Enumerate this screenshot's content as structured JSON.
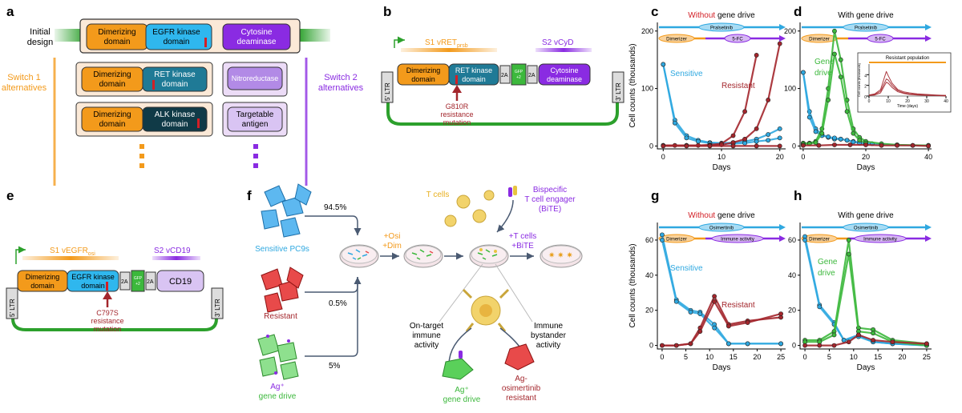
{
  "panel_labels": {
    "a": "a",
    "b": "b",
    "c": "c",
    "d": "d",
    "e": "e",
    "f": "f",
    "g": "g",
    "h": "h"
  },
  "panel_a": {
    "initial_design": [
      "Initial",
      "design"
    ],
    "dim": [
      "Dimerizing",
      "domain"
    ],
    "egfr": [
      "EGFR kinase",
      "domain"
    ],
    "cyd": [
      "Cytosine",
      "deaminase"
    ],
    "ret": [
      "RET kinase",
      "domain"
    ],
    "nitro": "Nitroreductase",
    "alk": [
      "ALK kinase",
      "domain"
    ],
    "target": [
      "Targetable",
      "antigen"
    ],
    "switch1": [
      "Switch 1",
      "alternatives"
    ],
    "switch2": [
      "Switch 2",
      "alternatives"
    ]
  },
  "panel_b": {
    "s1": "S1 vRET",
    "s1_sub": "prsb",
    "s2": "S2 vCyD",
    "dim": [
      "Dimerizing",
      "domain"
    ],
    "ret": [
      "RET kinase",
      "domain"
    ],
    "p2a": "2A",
    "gfp": [
      "GFP",
      "+2"
    ],
    "cyd": [
      "Cytosine",
      "deaminase"
    ],
    "ltr5": "5' LTR",
    "ltr3": "3' LTR",
    "mutation": [
      "G810R",
      "resistance",
      "mutation"
    ]
  },
  "panel_e": {
    "s1": "S1 vEGFR",
    "s1_sub": "osi",
    "s2": "S2 vCD19",
    "dim": [
      "Dimerizing",
      "domain"
    ],
    "egfr": [
      "EGFR kinase",
      "domain"
    ],
    "p2a": "2A",
    "gfp": [
      "GFP",
      "+2"
    ],
    "cd19": "CD19",
    "ltr5": "5' LTR",
    "ltr3": "3' LTR",
    "mutation": [
      "C797S",
      "resistance",
      "mutation"
    ]
  },
  "panel_f": {
    "sensitive": "Sensitive PC9s",
    "resistant": "Resistant",
    "gene_drive": [
      "Ag⁺",
      "gene drive"
    ],
    "pct1": "94.5%",
    "pct2": "0.5%",
    "pct3": "5%",
    "step1": [
      "+Osi",
      "+Dim"
    ],
    "tcells": "T cells",
    "bite": [
      "Bispecific",
      "T cell engager",
      "(BiTE)"
    ],
    "step2": [
      "+T cells",
      "+BiTE"
    ],
    "on_target": [
      "On-target",
      "immune",
      "activity"
    ],
    "bystander": [
      "Immune",
      "bystander",
      "activity"
    ],
    "ag_drive": [
      "Ag⁺",
      "gene drive"
    ],
    "ag_res": [
      "Ag-",
      "osimertinib",
      "resistant"
    ]
  },
  "colors": {
    "sensitive": "#2fa8e0",
    "resistant": "#a3262c",
    "gene_drive": "#3cb83c",
    "orange": "#f39a1b",
    "purple": "#8a2be2",
    "teal": "#1f7a96",
    "green_loop": "#2ca02c"
  },
  "chart_data": [
    {
      "id": "c",
      "type": "line",
      "title": "Without gene drive",
      "title_parts": [
        "Without",
        " gene drive"
      ],
      "xlabel": "Days",
      "ylabel": "Cell counts (thousands)",
      "xlim": [
        -1,
        21
      ],
      "ylim": [
        -5,
        215
      ],
      "xticks": [
        0,
        10,
        20
      ],
      "yticks": [
        0,
        100,
        200
      ],
      "bars": [
        {
          "label": "Pralsetinib",
          "color": "#2fa8e0"
        },
        {
          "label": "Dimerizer",
          "color": "#f39a1b",
          "label2": "5-FC",
          "color2": "#8a2be2"
        }
      ],
      "annotations": [
        {
          "text": "Sensitive",
          "color": "#2fa8e0"
        },
        {
          "text": "Resistant",
          "color": "#a3262c"
        }
      ],
      "series": [
        {
          "name": "Sensitive",
          "color": "#2fa8e0",
          "x": [
            0,
            2,
            4,
            6,
            8,
            10,
            12,
            14,
            16,
            18,
            20
          ],
          "y": [
            142,
            45,
            18,
            10,
            6,
            5,
            6,
            8,
            12,
            20,
            30
          ]
        },
        {
          "name": "Sensitive",
          "color": "#2fa8e0",
          "x": [
            0,
            2,
            4,
            6,
            8,
            10,
            12,
            14,
            16,
            18,
            20
          ],
          "y": [
            142,
            40,
            14,
            8,
            5,
            4,
            4,
            5,
            8,
            10,
            14
          ]
        },
        {
          "name": "Resistant",
          "color": "#a3262c",
          "x": [
            0,
            2,
            4,
            6,
            8,
            10,
            12,
            14,
            16
          ],
          "y": [
            1,
            1,
            1,
            1,
            2,
            4,
            18,
            60,
            158
          ]
        },
        {
          "name": "Resistant",
          "color": "#a3262c",
          "x": [
            0,
            4,
            8,
            10,
            12,
            14,
            16,
            18,
            20
          ],
          "y": [
            1,
            1,
            1,
            2,
            6,
            12,
            30,
            80,
            178
          ]
        },
        {
          "name": "Resistant",
          "color": "#a3262c",
          "x": [
            0,
            4,
            8,
            12,
            16,
            20
          ],
          "y": [
            0,
            0,
            0,
            0,
            0,
            0
          ]
        }
      ]
    },
    {
      "id": "d",
      "type": "line",
      "title": "With gene drive",
      "xlabel": "Days",
      "ylabel": "",
      "xlim": [
        -1,
        41
      ],
      "ylim": [
        -5,
        215
      ],
      "xticks": [
        0,
        20,
        40
      ],
      "yticks": [
        0,
        100,
        200
      ],
      "bars": [
        {
          "label": "Pralsetinib",
          "color": "#2fa8e0"
        },
        {
          "label": "Dimerizer",
          "color": "#f39a1b",
          "label2": "5-FC",
          "color2": "#8a2be2"
        }
      ],
      "annotations": [
        {
          "text": "Gene",
          "color": "#3cb83c"
        },
        {
          "text": "drive",
          "color": "#3cb83c"
        }
      ],
      "series": [
        {
          "name": "Sensitive",
          "color": "#2fa8e0",
          "x": [
            0,
            2,
            4,
            6,
            8,
            10,
            12,
            14,
            16,
            18,
            20,
            22,
            25,
            30,
            35,
            40
          ],
          "y": [
            128,
            60,
            30,
            20,
            15,
            12,
            12,
            10,
            8,
            6,
            5,
            4,
            3,
            2,
            1,
            1
          ]
        },
        {
          "name": "Sensitive",
          "color": "#2fa8e0",
          "x": [
            0,
            2,
            4,
            6,
            8,
            10,
            12,
            14,
            16,
            18,
            20
          ],
          "y": [
            128,
            50,
            25,
            18,
            16,
            14,
            12,
            10,
            7,
            5,
            3
          ]
        },
        {
          "name": "Gene drive",
          "color": "#3cb83c",
          "x": [
            0,
            2,
            4,
            6,
            8,
            10,
            12,
            14,
            16,
            18,
            20,
            25,
            30,
            40
          ],
          "y": [
            5,
            5,
            8,
            30,
            100,
            200,
            150,
            80,
            30,
            15,
            8,
            4,
            2,
            1
          ]
        },
        {
          "name": "Gene drive",
          "color": "#3cb83c",
          "x": [
            0,
            2,
            4,
            6,
            8,
            10,
            12,
            14,
            16,
            18,
            20
          ],
          "y": [
            3,
            4,
            6,
            22,
            80,
            160,
            120,
            60,
            22,
            10,
            5
          ]
        },
        {
          "name": "Resistant",
          "color": "#a3262c",
          "x": [
            0,
            5,
            10,
            15,
            20,
            25,
            30,
            35,
            40
          ],
          "y": [
            1,
            1,
            2,
            2,
            2,
            1,
            1,
            1,
            0
          ]
        }
      ]
    },
    {
      "id": "d-inset",
      "type": "line",
      "title": "Resistant population",
      "xlabel": "Time (days)",
      "ylabel": "Cell counts (thousands)",
      "xlim": [
        0,
        40
      ],
      "ylim": [
        0,
        6
      ],
      "xticks": [
        0,
        10,
        20,
        30,
        40
      ],
      "yticks": [
        0,
        2,
        4
      ],
      "series": [
        {
          "name": "Resistant",
          "color": "#a3262c",
          "x": [
            0,
            3,
            6,
            9,
            10,
            12,
            15,
            18,
            21,
            25,
            30,
            35,
            40
          ],
          "y": [
            0.2,
            0.4,
            1.2,
            4.6,
            3.8,
            2.4,
            1.2,
            0.8,
            0.6,
            0.4,
            0.3,
            0.2,
            0.1
          ]
        },
        {
          "name": "Resistant",
          "color": "#a3262c",
          "x": [
            0,
            3,
            6,
            9,
            10,
            12,
            15,
            18,
            21,
            25,
            30,
            35,
            40
          ],
          "y": [
            0.1,
            0.3,
            0.9,
            3.2,
            3.0,
            2.0,
            1.0,
            0.6,
            0.4,
            0.3,
            0.2,
            0.1,
            0.1
          ]
        },
        {
          "name": "Resistant",
          "color": "#a3262c",
          "x": [
            0,
            3,
            6,
            9,
            10,
            12,
            15,
            18,
            21,
            25,
            30,
            35,
            40
          ],
          "y": [
            0.1,
            0.2,
            0.6,
            2.6,
            2.4,
            1.6,
            0.8,
            0.5,
            0.3,
            0.2,
            0.1,
            0.1,
            0.0
          ]
        }
      ]
    },
    {
      "id": "g",
      "type": "line",
      "title": "Without gene drive",
      "title_parts": [
        "Without",
        " gene drive"
      ],
      "xlabel": "Days",
      "ylabel": "Cell counts (thousands)",
      "xlim": [
        -1,
        26
      ],
      "ylim": [
        -2,
        70
      ],
      "xticks": [
        0,
        5,
        10,
        15,
        20,
        25
      ],
      "yticks": [
        0,
        20,
        40,
        60
      ],
      "bars": [
        {
          "label": "Osimertinib",
          "color": "#2fa8e0"
        },
        {
          "label": "Dimerizer",
          "color": "#f39a1b",
          "label2": "Immune activity",
          "color2": "#8a2be2"
        }
      ],
      "annotations": [
        {
          "text": "Sensitive",
          "color": "#2fa8e0"
        },
        {
          "text": "Resistant",
          "color": "#a3262c"
        }
      ],
      "series": [
        {
          "name": "Sensitive",
          "color": "#2fa8e0",
          "x": [
            0,
            3,
            6,
            8,
            11,
            14,
            18,
            25
          ],
          "y": [
            63,
            26,
            20,
            19,
            12,
            1,
            1,
            1
          ]
        },
        {
          "name": "Sensitive",
          "color": "#2fa8e0",
          "x": [
            0,
            3,
            6,
            8,
            11,
            14,
            18,
            25
          ],
          "y": [
            60,
            25,
            19,
            18,
            10,
            1,
            1,
            1
          ]
        },
        {
          "name": "Resistant",
          "color": "#a3262c",
          "x": [
            0,
            3,
            6,
            8,
            11,
            14,
            18,
            25
          ],
          "y": [
            0,
            0,
            1,
            10,
            28,
            12,
            14,
            16
          ]
        },
        {
          "name": "Resistant",
          "color": "#a3262c",
          "x": [
            0,
            3,
            6,
            8,
            11,
            14,
            18,
            25
          ],
          "y": [
            0,
            0,
            1,
            8,
            25,
            11,
            13,
            18
          ]
        }
      ]
    },
    {
      "id": "h",
      "type": "line",
      "title": "With gene drive",
      "xlabel": "Days",
      "ylabel": "",
      "xlim": [
        -1,
        26
      ],
      "ylim": [
        -2,
        70
      ],
      "xticks": [
        0,
        5,
        10,
        15,
        20,
        25
      ],
      "yticks": [
        0,
        20,
        40,
        60
      ],
      "bars": [
        {
          "label": "Osimertinib",
          "color": "#2fa8e0"
        },
        {
          "label": "Dimerizer",
          "color": "#f39a1b",
          "label2": "Immune activity",
          "color2": "#8a2be2"
        }
      ],
      "annotations": [
        {
          "text": "Gene",
          "color": "#3cb83c"
        },
        {
          "text": "drive",
          "color": "#3cb83c"
        }
      ],
      "series": [
        {
          "name": "Sensitive",
          "color": "#2fa8e0",
          "x": [
            0,
            3,
            6,
            8,
            11,
            14,
            18,
            25
          ],
          "y": [
            62,
            23,
            13,
            3,
            6,
            2,
            1,
            0
          ]
        },
        {
          "name": "Sensitive",
          "color": "#2fa8e0",
          "x": [
            0,
            3,
            6,
            8,
            11,
            14,
            18,
            25
          ],
          "y": [
            60,
            22,
            12,
            3,
            5,
            2,
            1,
            0
          ]
        },
        {
          "name": "Gene drive",
          "color": "#3cb83c",
          "x": [
            0,
            3,
            6,
            9,
            11,
            14,
            18,
            25
          ],
          "y": [
            3,
            3,
            8,
            60,
            10,
            9,
            3,
            1
          ]
        },
        {
          "name": "Gene drive",
          "color": "#3cb83c",
          "x": [
            0,
            3,
            6,
            9,
            11,
            14,
            18,
            25
          ],
          "y": [
            2,
            2,
            6,
            52,
            8,
            7,
            2,
            0
          ]
        },
        {
          "name": "Resistant",
          "color": "#a3262c",
          "x": [
            0,
            3,
            6,
            9,
            11,
            14,
            18,
            25
          ],
          "y": [
            0,
            0,
            0,
            2,
            6,
            3,
            2,
            1
          ]
        }
      ]
    }
  ]
}
